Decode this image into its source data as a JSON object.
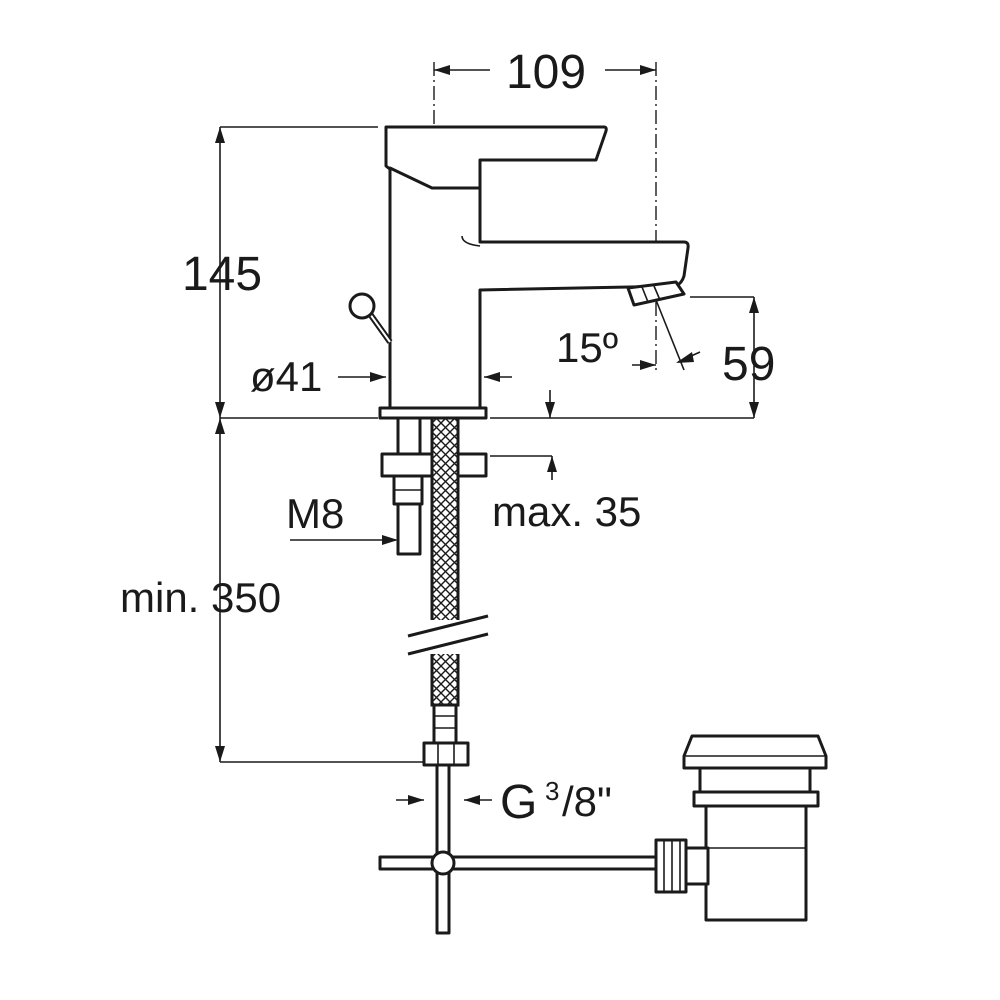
{
  "dimensions": {
    "spout_reach": "109",
    "height": "145",
    "body_diameter": "ø41",
    "spout_angle": "15º",
    "spout_height": "59",
    "stud_thread": "M8",
    "max_thickness": "max. 35",
    "min_hose_length": "min. 350",
    "connection_thread": "G",
    "connection_size_num": "3",
    "connection_size_den": "/8\""
  },
  "colors": {
    "line": "#1a1a1a",
    "background": "#ffffff"
  }
}
